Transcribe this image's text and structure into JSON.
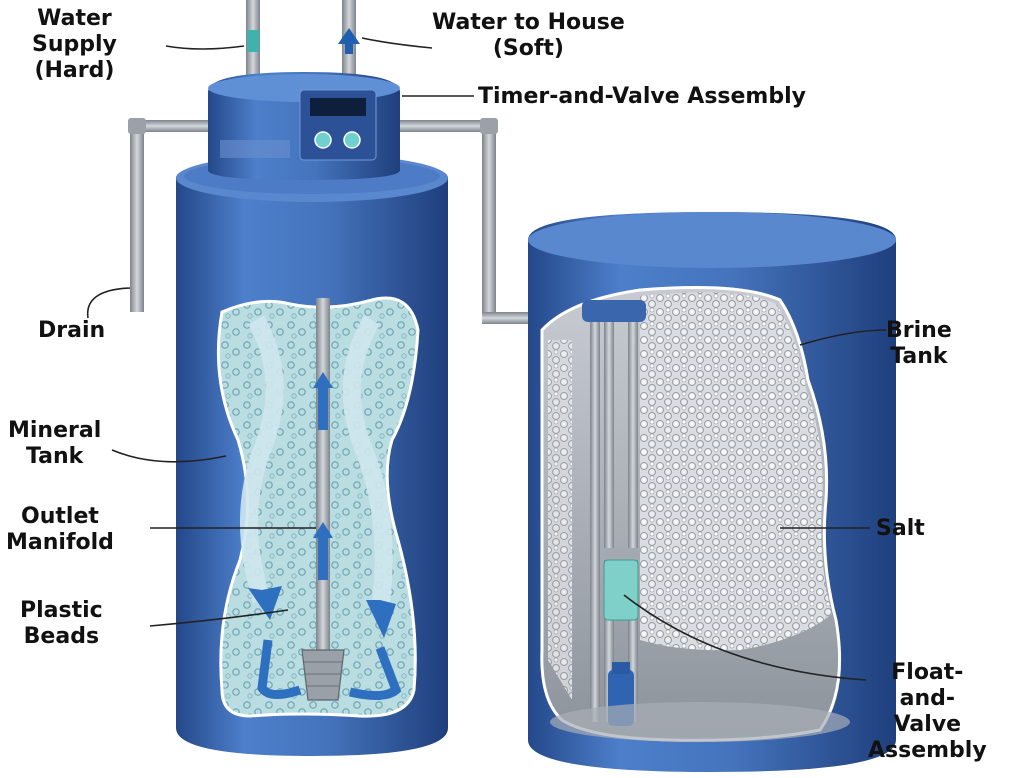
{
  "labels": {
    "water_supply": [
      "Water",
      "Supply",
      "(Hard)"
    ],
    "water_to_house": [
      "Water to House",
      "(Soft)"
    ],
    "timer_valve": "Timer-and-Valve Assembly",
    "drain": "Drain",
    "mineral_tank": [
      "Mineral",
      "Tank"
    ],
    "outlet_manifold": [
      "Outlet",
      "Manifold"
    ],
    "plastic_beads": [
      "Plastic",
      "Beads"
    ],
    "brine_tank": [
      "Brine",
      "Tank"
    ],
    "salt": "Salt",
    "float_valve": [
      "Float-",
      "and-",
      "Valve",
      "Assembly"
    ]
  },
  "colors": {
    "tank_blue": "#3f6fb8",
    "tank_dark": "#24488a",
    "bead_fill": "#b9dde0",
    "pipe_gray": "#a9aeb5",
    "float_teal": "#7fd0c8"
  }
}
